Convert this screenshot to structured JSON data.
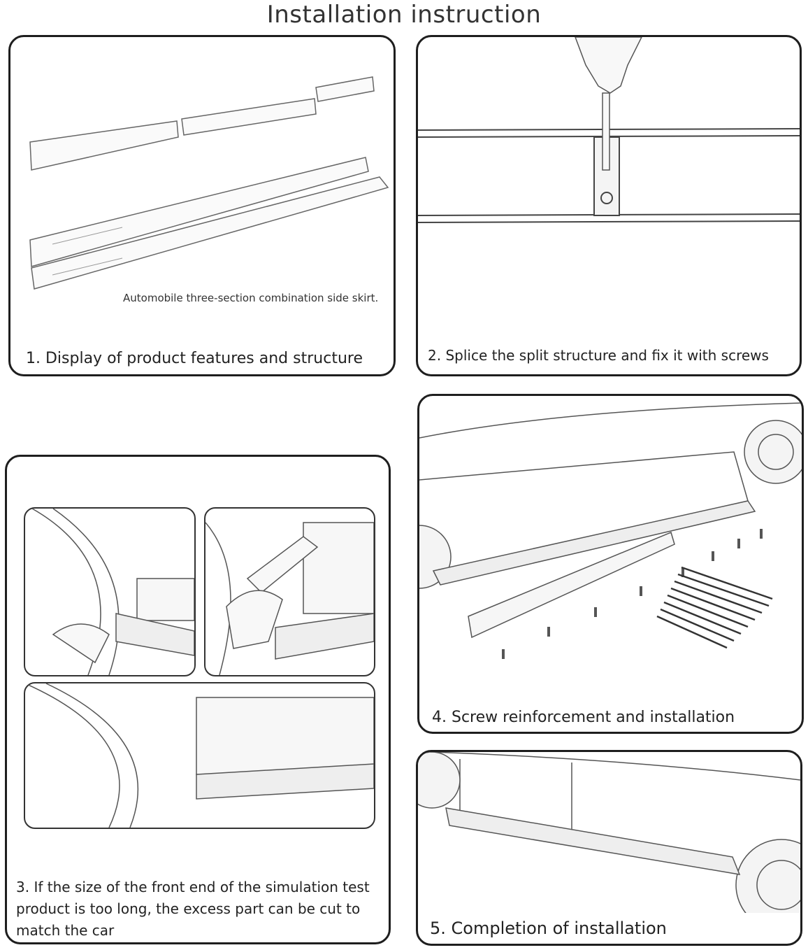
{
  "page": {
    "title": "Installation instruction"
  },
  "steps": [
    {
      "caption": "1. Display of product features and structure",
      "subcaption": "Automobile three-section combination side skirt."
    },
    {
      "caption": "2. Splice the split structure and fix it with screws"
    },
    {
      "caption": "3. If the size of the front end of the simulation test product is too long, the excess part can be cut to match the car"
    },
    {
      "caption": "4. Screw reinforcement and installation"
    },
    {
      "caption": "5. Completion of installation"
    }
  ],
  "colors": {
    "border": "#1e1e1e",
    "sketch": "#555555",
    "text": "#222222"
  }
}
